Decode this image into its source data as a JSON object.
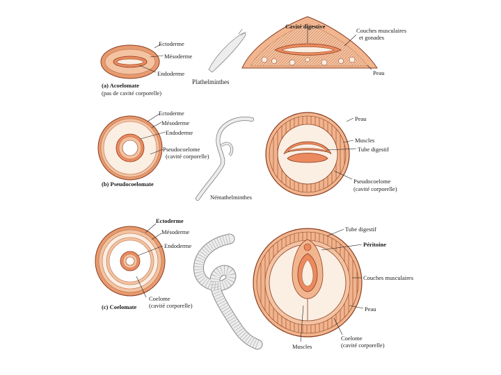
{
  "colors": {
    "ectoderm": "#e79a6f",
    "mesoderm": "#f3c3a2",
    "endoderm": "#ea8a5e",
    "cavity": "#fbeee2",
    "outline": "#8a3b1e",
    "worm": "#e9e9ea",
    "ink": "#1a1a1a"
  },
  "panel_a": {
    "ectoderm": "Ectoderme",
    "mesoderm": "Mésoderme",
    "endoderm": "Endoderme",
    "caption_line1": "(a) Acoelomate",
    "caption_line2": "(pas de cavité corporelle)",
    "phylum": "Plathelminthes",
    "section_cavity": "Cavité digestive",
    "section_muscles_line1": "Couches musculaires",
    "section_muscles_line2": "et gonades",
    "section_skin": "Peau"
  },
  "panel_b": {
    "ectoderm": "Ectoderme",
    "mesoderm": "Mésoderme",
    "endoderm": "Endoderme",
    "cavity_line1": "Pseudocoelome",
    "cavity_line2": "(cavité corporelle)",
    "caption": "(b) Pseudocoelomate",
    "phylum": "Némathelminthes",
    "section_skin": "Peau",
    "section_muscle": "Muscles",
    "section_gut": "Tube digestif",
    "section_cavity_line1": "Pseudocoelome",
    "section_cavity_line2": "(cavité corporelle)"
  },
  "panel_c": {
    "ectoderm": "Ectoderme",
    "mesoderm": "Mésoderme",
    "endoderm": "Endoderme",
    "cavity_line1": "Coelome",
    "cavity_line2": "(cavité corporelle)",
    "caption": "(c) Coelomate",
    "section_gut": "Tube digestif",
    "section_peritoneum": "Péritoine",
    "section_muscles": "Couches musculaires",
    "section_skin": "Peau",
    "section_muscle": "Muscles",
    "section_cavity_line1": "Coelome",
    "section_cavity_line2": "(cavité corporelle)"
  }
}
